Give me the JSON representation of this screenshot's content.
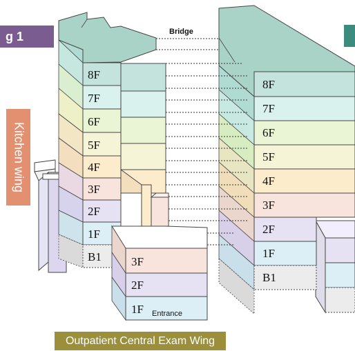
{
  "labels": {
    "wing1_fragment": "g 1",
    "bridge": "Bridge",
    "kitchen_wing": "Kitchen wing",
    "outpatient_wing": "Outpatient Central Exam Wing",
    "entrance": "Entrance"
  },
  "left_building_floors": [
    "8F",
    "7F",
    "6F",
    "5F",
    "4F",
    "3F",
    "2F",
    "1F",
    "B1"
  ],
  "right_building_floors": [
    "8F",
    "7F",
    "6F",
    "5F",
    "4F",
    "3F",
    "2F",
    "1F",
    "B1"
  ],
  "outpatient_floors": [
    "3F",
    "2F",
    "1F"
  ],
  "floor_colors": {
    "8F": "#c3e3dc",
    "7F": "#daf2ee",
    "6F": "#e9f5d4",
    "5F": "#f6f4d6",
    "4F": "#fdeccb",
    "3F": "#f8e4dc",
    "2F": "#e7e1f4",
    "1F": "#dceff7",
    "B1": "#ececec",
    "roof": "#a9d3c6"
  },
  "tag_colors": {
    "wing1": "#7a5c91",
    "right_tab": "#3b8b7e",
    "kitchen": "#e39070",
    "outpatient": "#9b8f3b"
  }
}
